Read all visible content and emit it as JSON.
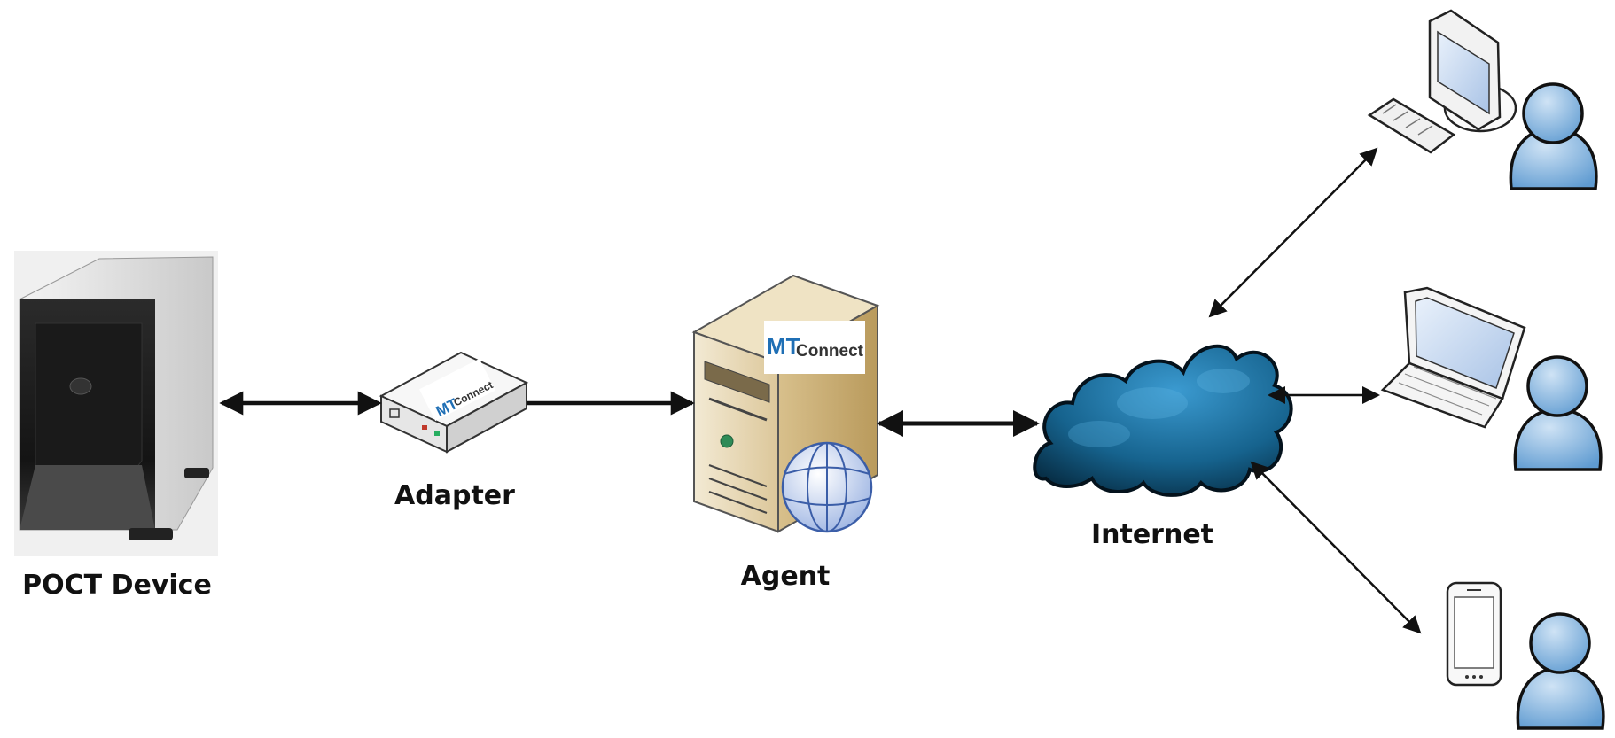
{
  "labels": {
    "poct": "POCT Device",
    "adapter": "Adapter",
    "agent": "Agent",
    "internet": "Internet"
  },
  "logo": {
    "mt": "MT",
    "connect": "Connect"
  },
  "colors": {
    "brand_blue": "#1f6fb5",
    "cloud_blue": "#1d6a95",
    "user_blue": "#7fb0dc",
    "server_beige": "#e8d8b4",
    "arrow": "#111111"
  },
  "icons": [
    "poct-device-icon",
    "adapter-icon",
    "agent-server-icon",
    "globe-icon",
    "internet-cloud-icon",
    "desktop-computer-icon",
    "laptop-icon",
    "smartphone-icon",
    "user-icon"
  ]
}
